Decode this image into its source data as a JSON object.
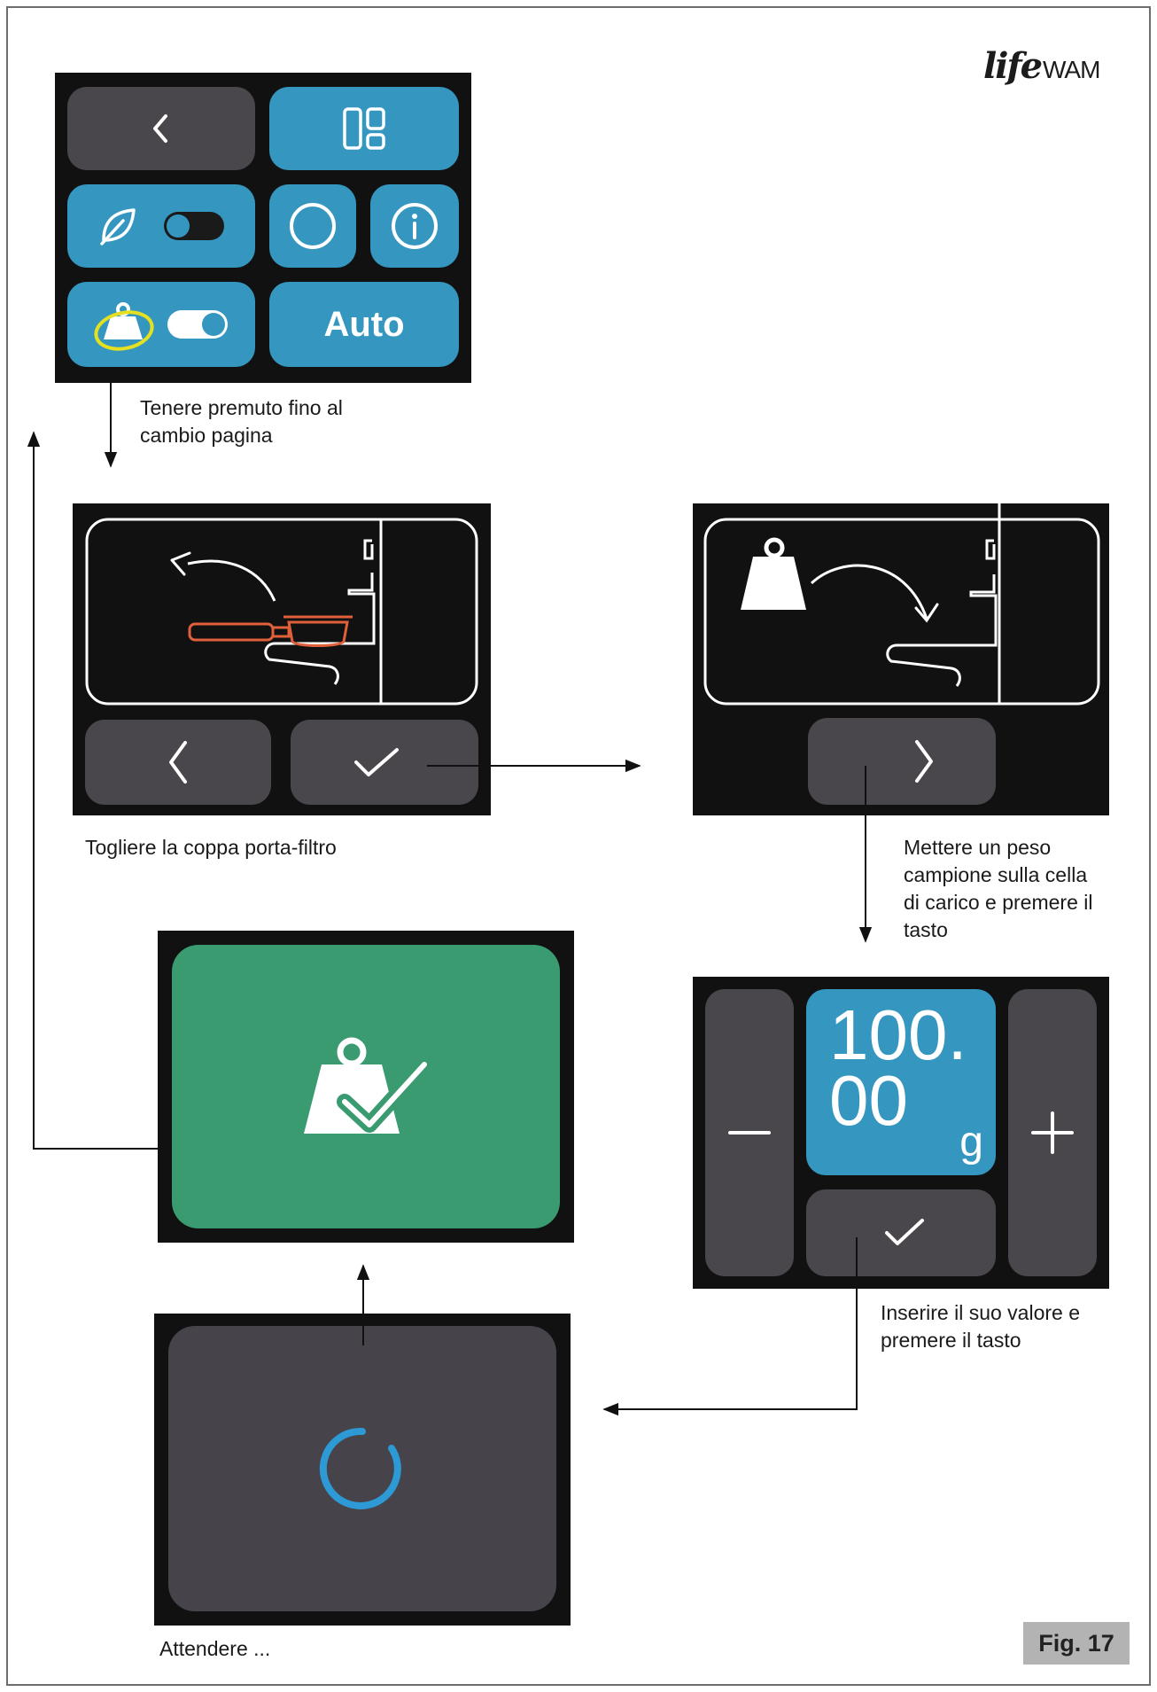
{
  "logo": {
    "script": "life",
    "brand": "WAM"
  },
  "menu_screen": {
    "auto_label": "Auto"
  },
  "captions": {
    "hold": [
      "Tenere premuto fino al",
      "cambio pagina"
    ],
    "remove_cup": [
      "Togliere la coppa porta-filtro"
    ],
    "place_weight": [
      "Mettere un peso",
      "campione sulla cella",
      "di carico e premere il",
      "tasto"
    ],
    "enter_value": [
      "Inserire il suo valore e",
      "premere il tasto"
    ],
    "wait": [
      "Attendere ..."
    ]
  },
  "value_screen": {
    "value_line1": "100.",
    "value_line2": "00",
    "unit": "g"
  },
  "figure_label": "Fig. 17",
  "colors": {
    "blue": "#3596c0",
    "grey": "#4a474c",
    "green": "#3a9a70",
    "highlight": "#e5e020",
    "portafilter": "#e0603c",
    "spinner": "#2d9ad6"
  }
}
